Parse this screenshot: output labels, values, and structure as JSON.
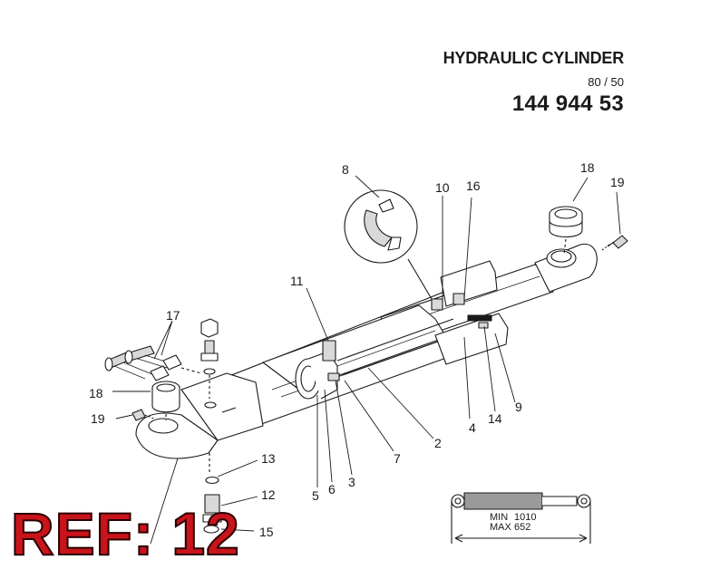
{
  "header": {
    "title": "HYDRAULIC CYLINDER",
    "size": "80 / 50",
    "part_number": "144 944 53"
  },
  "callouts": [
    {
      "id": "c8",
      "label": "8"
    },
    {
      "id": "c10",
      "label": "10"
    },
    {
      "id": "c16",
      "label": "16"
    },
    {
      "id": "c18a",
      "label": "18"
    },
    {
      "id": "c19a",
      "label": "19"
    },
    {
      "id": "c11",
      "label": "11"
    },
    {
      "id": "c17",
      "label": "17"
    },
    {
      "id": "c18b",
      "label": "18"
    },
    {
      "id": "c19b",
      "label": "19"
    },
    {
      "id": "c9",
      "label": "9"
    },
    {
      "id": "c14",
      "label": "14"
    },
    {
      "id": "c4",
      "label": "4"
    },
    {
      "id": "c2",
      "label": "2"
    },
    {
      "id": "c7",
      "label": "7"
    },
    {
      "id": "c3",
      "label": "3"
    },
    {
      "id": "c6",
      "label": "6"
    },
    {
      "id": "c5",
      "label": "5"
    },
    {
      "id": "c13",
      "label": "13"
    },
    {
      "id": "c12",
      "label": "12"
    },
    {
      "id": "c15",
      "label": "15"
    }
  ],
  "dimensions": {
    "min_label": "MIN",
    "min_value": "1010",
    "max_label": "MAX",
    "max_value": "652"
  },
  "ref_label": "REF: 12",
  "colors": {
    "ref": "#c8141a",
    "line": "#1a1a1a",
    "shade": "#d9d9d9"
  }
}
